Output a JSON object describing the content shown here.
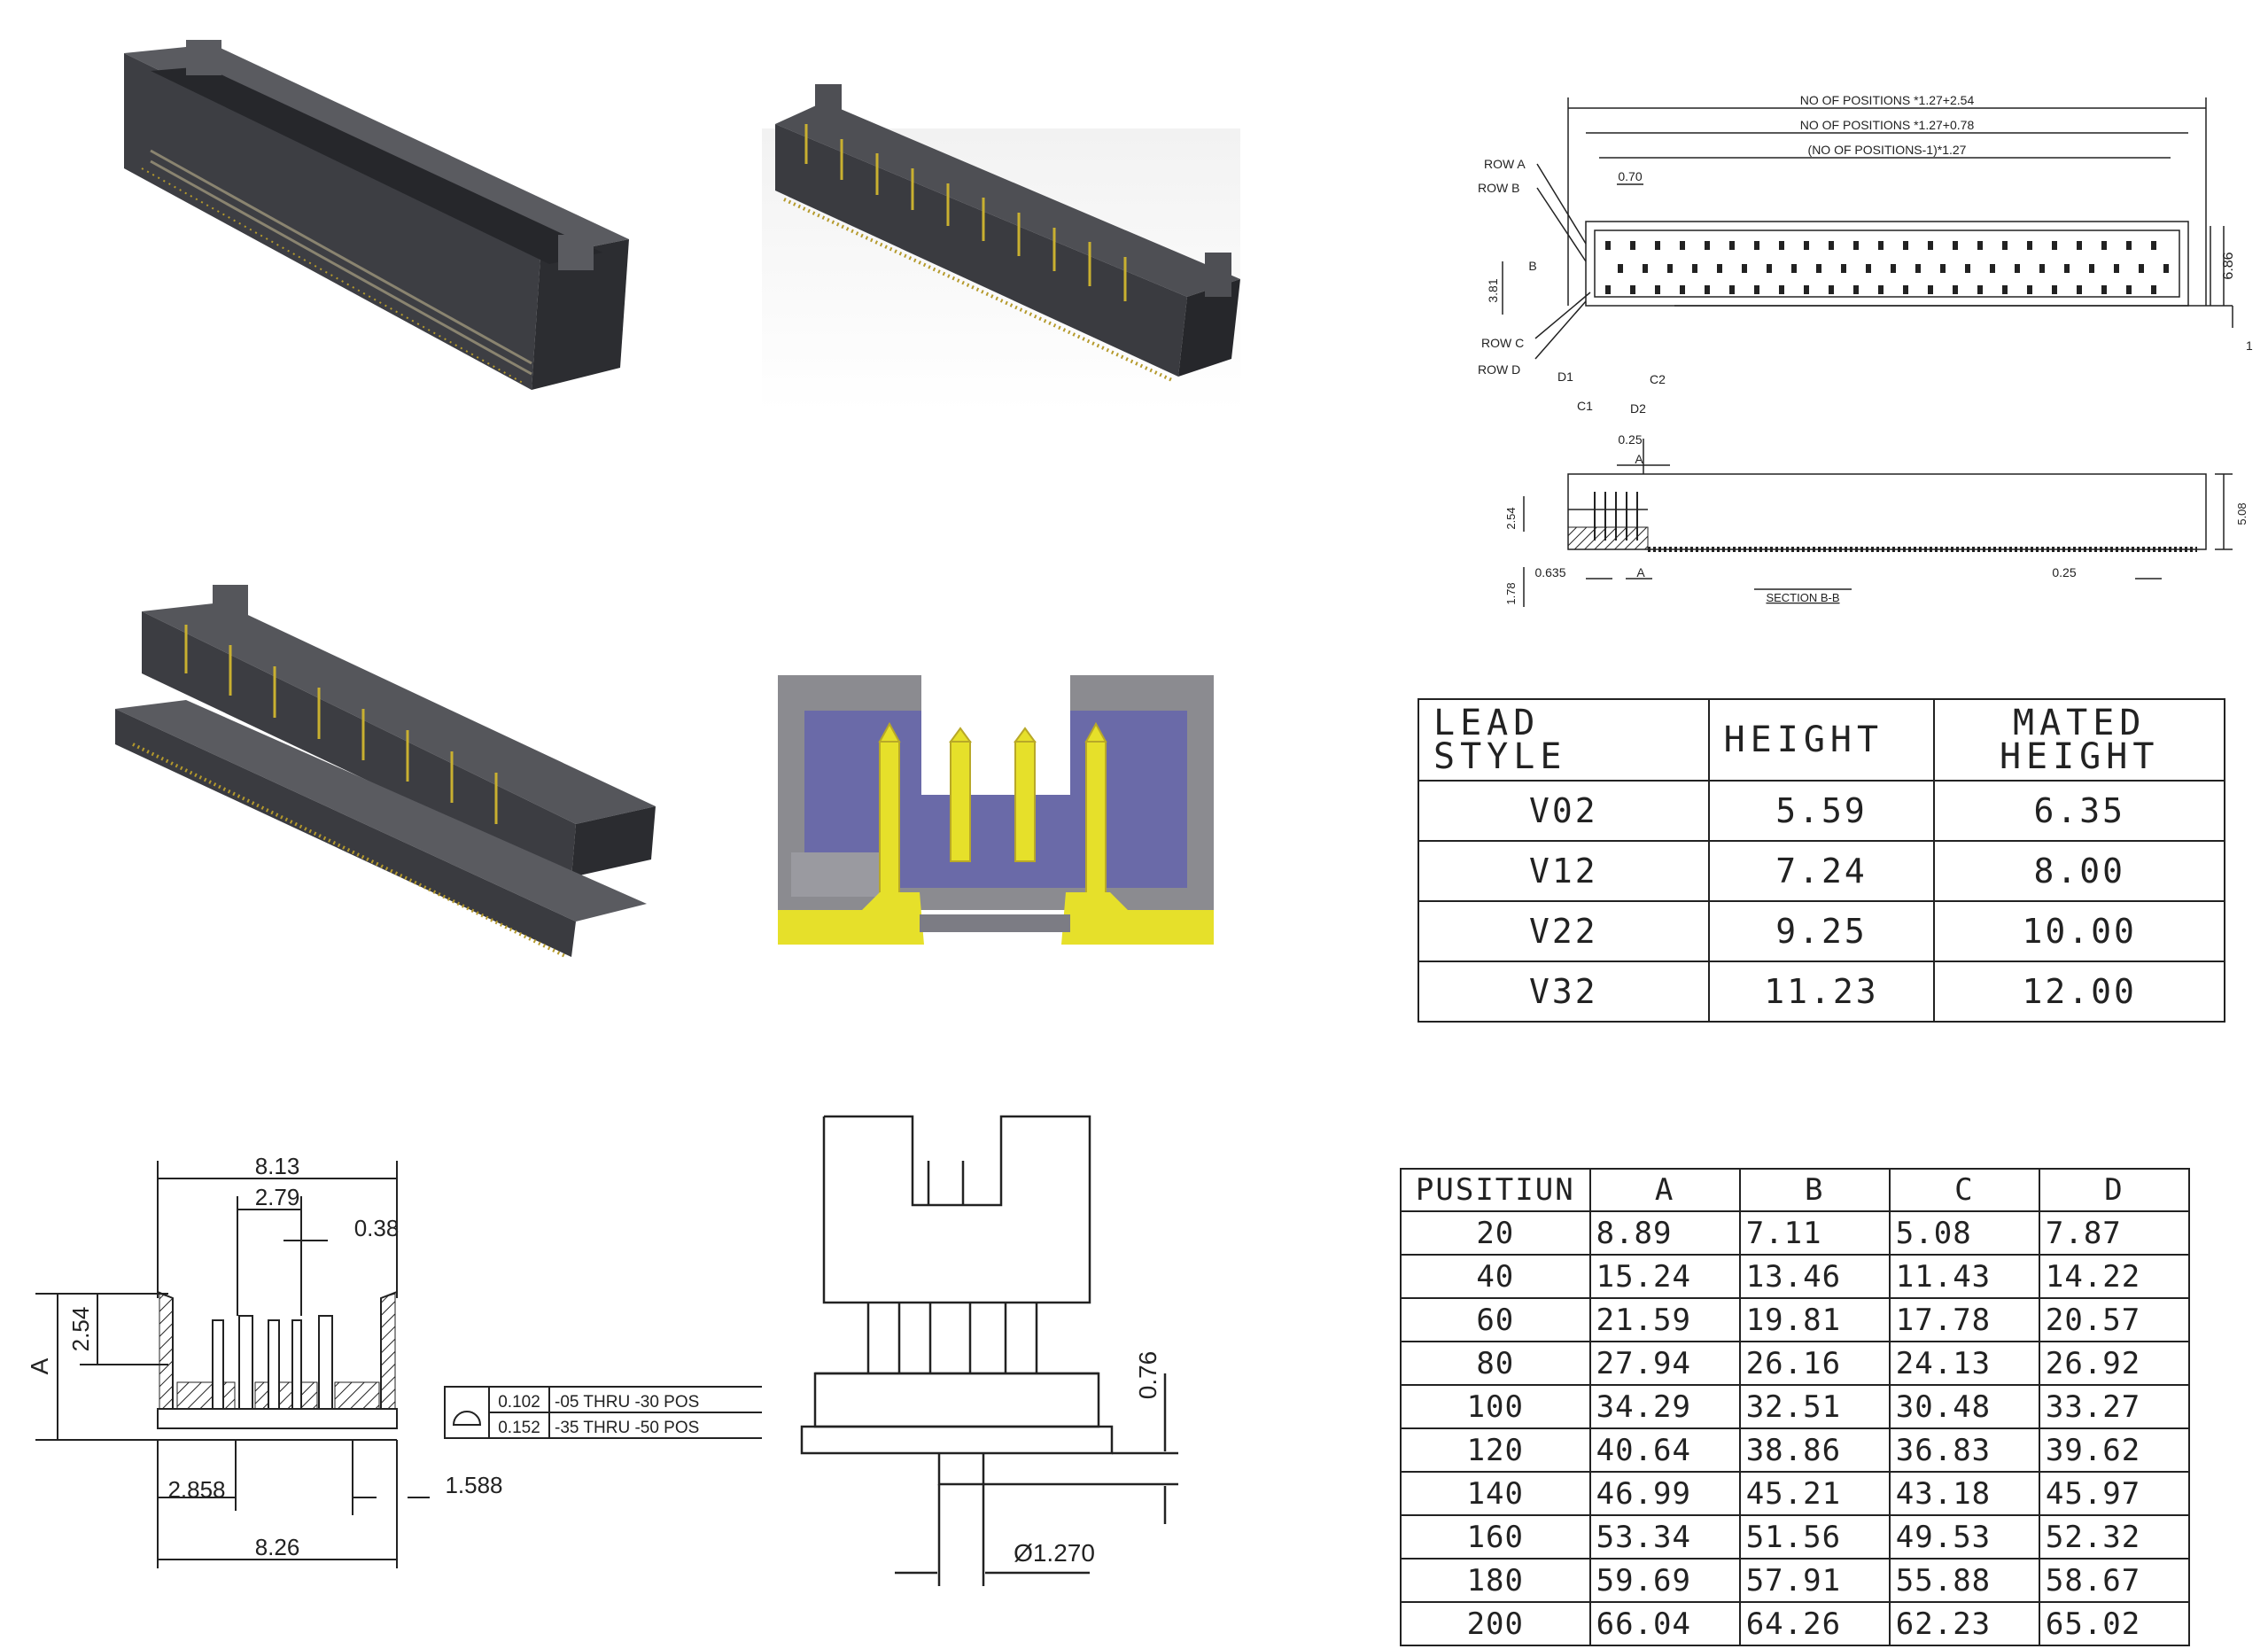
{
  "colors": {
    "housing": "#4a4b50",
    "housing_dark": "#2e2f33",
    "pin_gold": "#c9a92a",
    "section_blue": "#6a6aa8",
    "section_grey": "#8b8b90",
    "section_yellow": "#e6e02a"
  },
  "top_drawing": {
    "dims": {
      "total": "NO OF POSITIONS *1.27+2.54",
      "mid": "NO OF POSITIONS *1.27+0.78",
      "inner": "(NO OF POSITIONS-1)*1.27",
      "pitch": "0.70",
      "height_left": "3.81",
      "b": "B",
      "height_right": "6.86"
    },
    "rows": {
      "row_a": "ROW A",
      "row_b": "ROW B",
      "row_c": "ROW C",
      "row_d": "ROW D"
    },
    "pins": {
      "d1": "D1",
      "c1": "C1",
      "c2": "C2",
      "d2": "D2"
    },
    "right_mark": "1"
  },
  "section_drawing": {
    "d025_top": "0.25",
    "a_top": "A",
    "d254": "2.54",
    "d508": "5.08",
    "d178": "1.78",
    "d0635": "0.635",
    "a_bottom": "A",
    "d025_bottom": "0.25",
    "caption": "SECTION B-B"
  },
  "lead_table": {
    "headers": [
      "LEAD STYLE",
      "HEIGHT",
      "MATED\nHEIGHT"
    ],
    "rows": [
      [
        "V02",
        "5.59",
        "6.35"
      ],
      [
        "V12",
        "7.24",
        "8.00"
      ],
      [
        "V22",
        "9.25",
        "10.00"
      ],
      [
        "V32",
        "11.23",
        "12.00"
      ]
    ]
  },
  "bottom_left_drawing": {
    "d813": "8.13",
    "d279": "2.79",
    "d038": "0.38",
    "d254": "2.54",
    "a": "A",
    "d2858": "2.858",
    "d1588": "1.588",
    "d826": "8.26",
    "tol": [
      {
        "val": "0.102",
        "txt": "-05 THRU -30 POS"
      },
      {
        "val": "0.152",
        "txt": "-35 THRU -50 POS"
      }
    ]
  },
  "bottom_mid_drawing": {
    "d076": "0.76",
    "d1270": "Ø1.270"
  },
  "position_table": {
    "headers": [
      "PUSITIUN",
      "A",
      "B",
      "C",
      "D"
    ],
    "rows": [
      [
        "20",
        "8.89",
        "7.11",
        "5.08",
        "7.87"
      ],
      [
        "40",
        "15.24",
        "13.46",
        "11.43",
        "14.22"
      ],
      [
        "60",
        "21.59",
        "19.81",
        "17.78",
        "20.57"
      ],
      [
        "80",
        "27.94",
        "26.16",
        "24.13",
        "26.92"
      ],
      [
        "100",
        "34.29",
        "32.51",
        "30.48",
        "33.27"
      ],
      [
        "120",
        "40.64",
        "38.86",
        "36.83",
        "39.62"
      ],
      [
        "140",
        "46.99",
        "45.21",
        "43.18",
        "45.97"
      ],
      [
        "160",
        "53.34",
        "51.56",
        "49.53",
        "52.32"
      ],
      [
        "180",
        "59.69",
        "57.91",
        "55.88",
        "58.67"
      ],
      [
        "200",
        "66.04",
        "64.26",
        "62.23",
        "65.02"
      ]
    ]
  }
}
